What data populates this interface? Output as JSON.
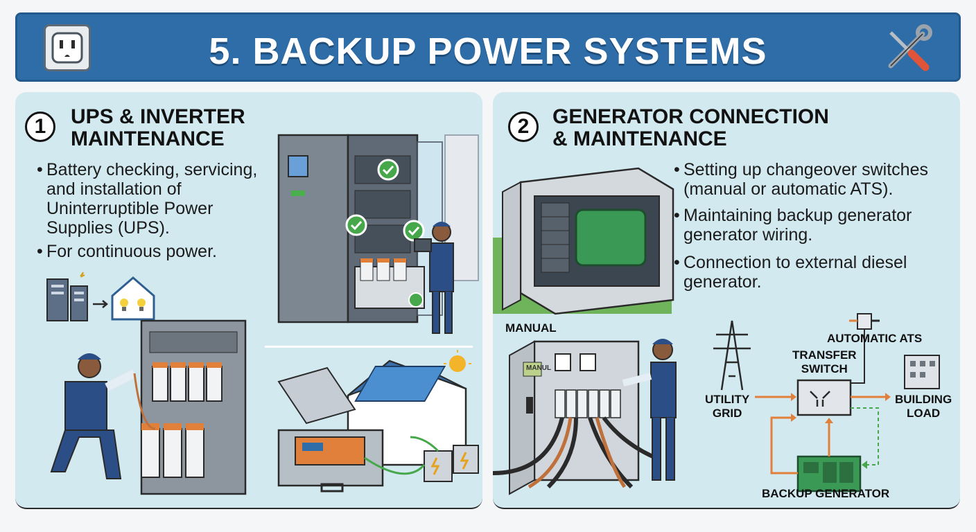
{
  "header": {
    "title": "5. BACKUP POWER SYSTEMS",
    "left_icon": "electrical-outlet-icon",
    "right_icon": "wrench-screwdriver-icon"
  },
  "sections": [
    {
      "number": "1",
      "title_line1": "UPS & INVERTER",
      "title_line2": "MAINTENANCE",
      "bullets": [
        [
          "Battery checking, servicing,",
          "and installation of",
          "Uninterruptible Power",
          "Supplies (UPS)."
        ],
        [
          "For continuous power."
        ]
      ]
    },
    {
      "number": "2",
      "title_line1": "GENERATOR CONNECTION",
      "title_line2": "& MAINTENANCE",
      "bullets": [
        [
          "Setting up changeover switches",
          "(manual or automatic ATS)."
        ],
        [
          "Maintaining backup generator",
          "generator wiring."
        ],
        [
          "Connection to external diesel",
          "generator."
        ]
      ]
    }
  ],
  "diagram": {
    "manual_label": "MANUAL",
    "panel_tag": "MANUL",
    "utility_line1": "UTILITY",
    "utility_line2": "GRID",
    "automatic_ats": "AUTOMATIC ATS",
    "transfer_line1": "TRANSFER",
    "transfer_line2": "SWITCH",
    "building_line1": "BUILDING",
    "building_line2": "LOAD",
    "backup_generator": "BACKUP GENERATOR"
  },
  "colors": {
    "banner": "#2f6da8",
    "panel": "#d3e9f0",
    "battery_orange": "#e0803a",
    "check_green": "#46a84a",
    "generator_green": "#3a9a55",
    "worker_blue": "#2c4e86"
  }
}
